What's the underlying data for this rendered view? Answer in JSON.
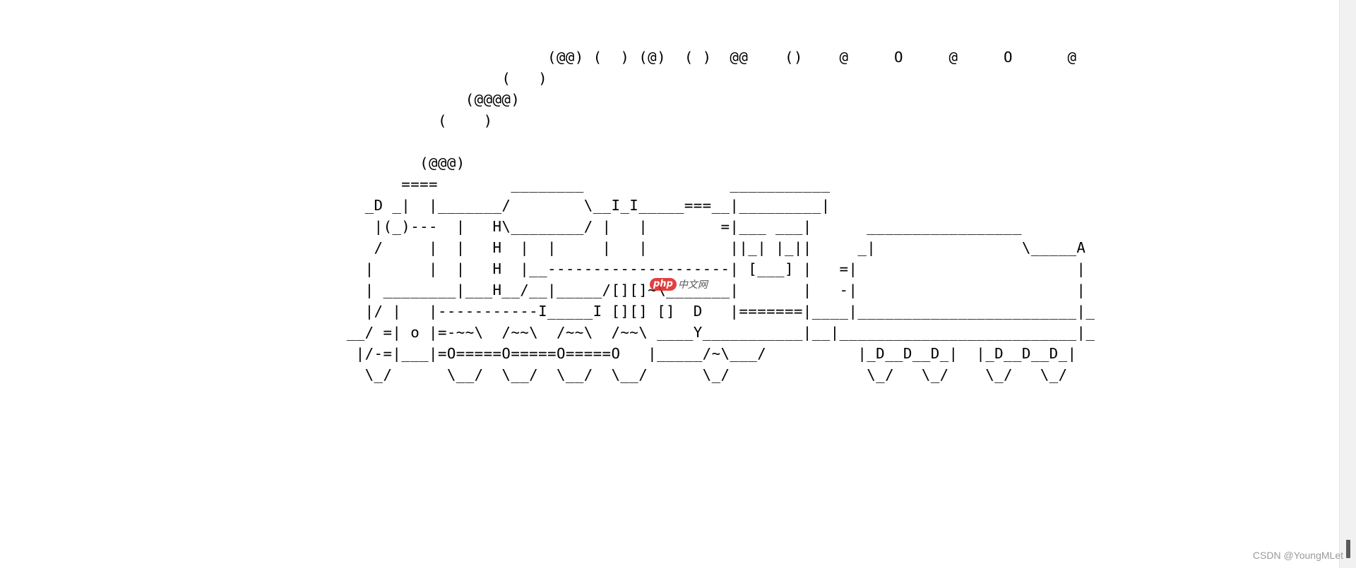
{
  "terminal": {
    "art_lines": [
      "                         (@@) (  ) (@)  ( )  @@    ()    @     O     @     O      @",
      "                    (   )",
      "                (@@@@)",
      "             (    )",
      "",
      "           (@@@)",
      "         ====        ________                ___________",
      "     _D _|  |_______/        \\__I_I_____===__|_________|",
      "      |(_)---  |   H\\________/ |   |        =|___ ___|      _________________",
      "      /     |  |   H  |  |     |   |         ||_| |_||     _|                \\_____A",
      "     |      |  |   H  |__--------------------| [___] |   =|                        |",
      "     | ________|___H__/__|_____/[][]~\\_______|       |   -|                        |",
      "     |/ |   |-----------I_____I [][] []  D   |=======|____|________________________|_",
      "   __/ =| o |=-~~\\  /~~\\  /~~\\  /~~\\ ____Y___________|__|__________________________|_",
      "    |/-=|___|=O=====O=====O=====O   |_____/~\\___/          |_D__D__D_|  |_D__D__D_|",
      "     \\_/      \\__/  \\__/  \\__/  \\__/      \\_/               \\_/   \\_/    \\_/   \\_/"
    ]
  },
  "watermarks": {
    "php_logo": "php",
    "php_text": "中文网",
    "csdn": "CSDN @YoungMLet"
  }
}
